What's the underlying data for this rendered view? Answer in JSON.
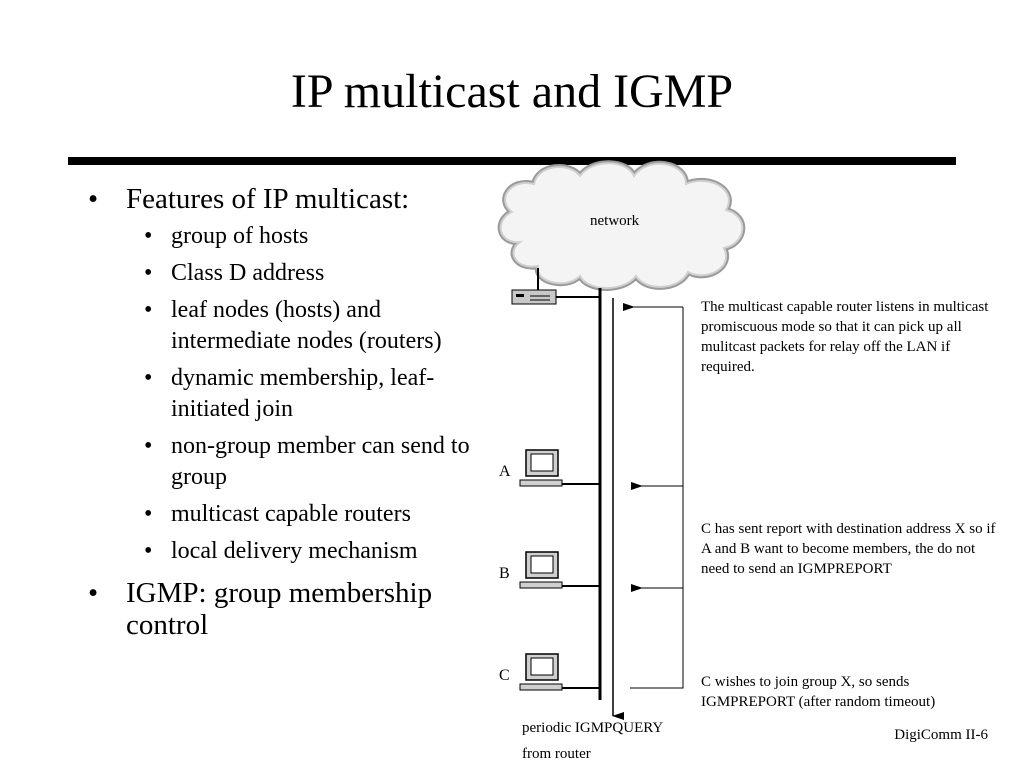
{
  "slide": {
    "title": "IP multicast and IGMP",
    "bullets": [
      {
        "text": "Features of IP multicast:",
        "sub": [
          "group of hosts",
          "Class D address",
          "leaf nodes (hosts) and intermediate nodes (routers)",
          "dynamic membership, leaf-initiated join",
          "non-group member can send to group",
          "multicast capable routers",
          "local delivery mechanism"
        ]
      },
      {
        "text": "IGMP: group membership control",
        "sub": []
      }
    ],
    "footer": "DigiComm II-6"
  },
  "diagram": {
    "cloud_label": "network",
    "hosts": [
      "A",
      "B",
      "C"
    ],
    "notes": {
      "router": "The multicast capable router listens in multicast promiscuous mode so that it can pick up all mulitcast packets for relay off the LAN if required.",
      "b": "C has sent report with destination address X so if A and B want to become members, the do not need to send an IGMPREPORT",
      "c": "C wishes to join group X, so sends IGMPREPORT (after random timeout)"
    },
    "query_line1": "periodic IGMPQUERY",
    "query_line2": "from router"
  }
}
